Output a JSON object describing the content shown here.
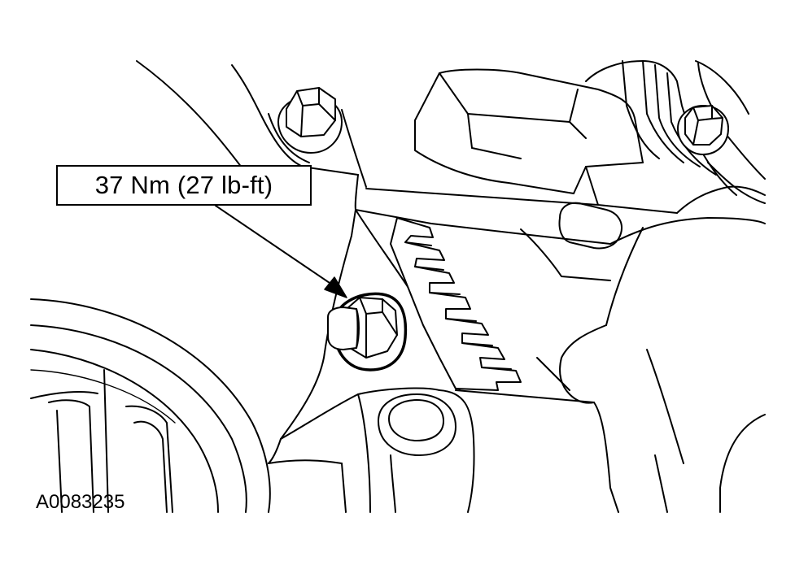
{
  "diagram": {
    "torque_callout": "37 Nm (27 lb-ft)",
    "figure_id": "A0083235",
    "line_color": "#000000",
    "background_color": "#ffffff",
    "components": [
      "steering-gear-housing",
      "mounting-bolt",
      "rack-teeth",
      "plug-bolt",
      "flywheel-housing",
      "bushing"
    ]
  }
}
